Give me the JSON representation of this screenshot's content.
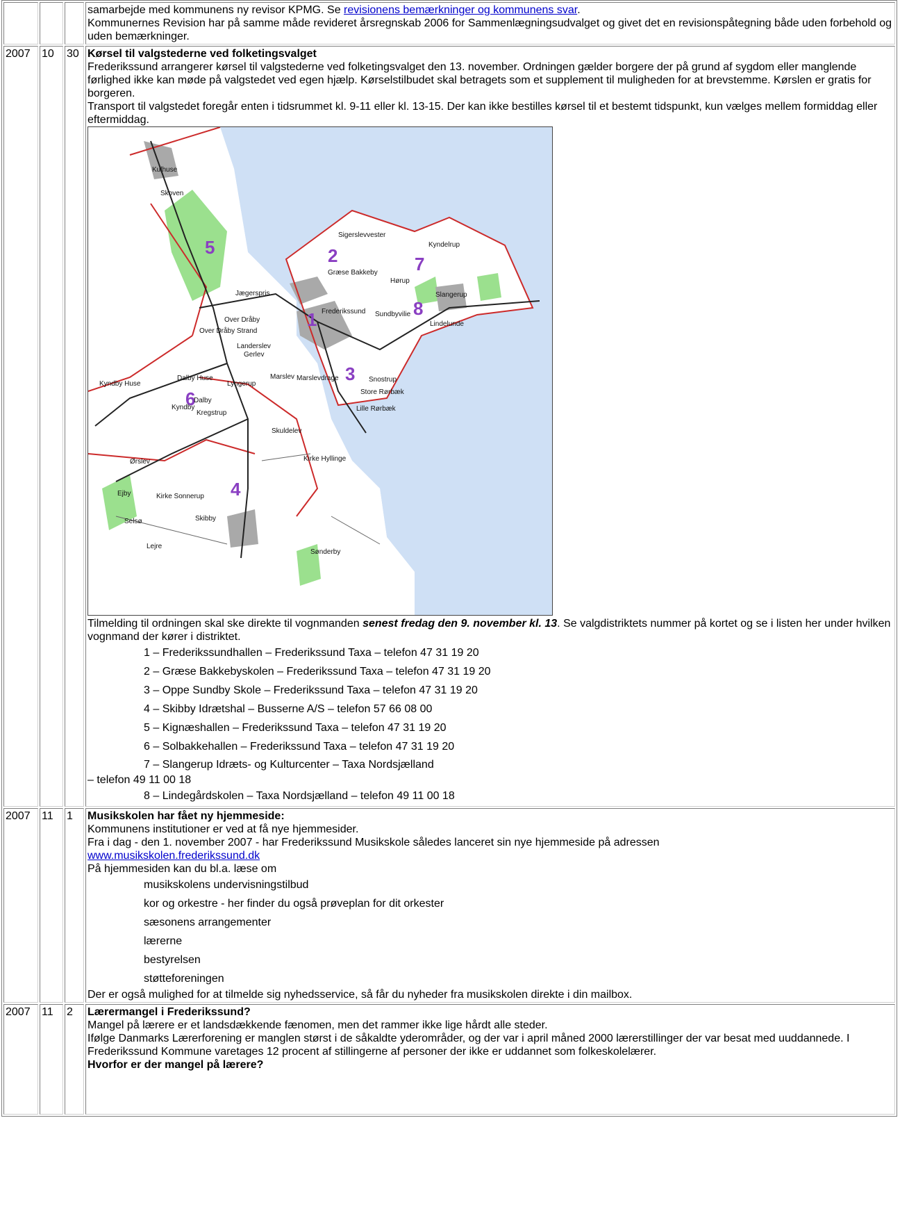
{
  "rows": [
    {
      "year": "",
      "month": "",
      "day": "",
      "lines": [
        {
          "pre": "samarbejde med kommunens ny revisor KPMG. Se ",
          "link": "revisionens bemærkninger og kommunens svar",
          "post": "."
        },
        {
          "text": "Kommunernes Revision har på samme måde revideret årsregnskab 2006 for Sammenlægningsudvalget og givet det en revisionspåtegning både uden forbehold og uden bemærkninger."
        }
      ]
    },
    {
      "year": "2007",
      "month": "10",
      "day": "30",
      "title": "Kørsel til valgstederne ved folketingsvalget",
      "paragraphs": [
        "Frederikssund arrangerer kørsel til valgstederne ved folketingsvalget den 13. november. Ordningen gælder borgere der på grund af sygdom eller manglende førlighed ikke kan møde på valgstedet ved egen hjælp. Kørselstilbudet skal betragets som et supplement til muligheden for at brevstemme. Kørslen er gratis for borgeren.",
        "Transport til valgstedet foregår enten i tidsrummet kl. 9-11 eller kl. 13-15. Der kan ikke bestilles kørsel til et bestemt tidspunkt, kun vælges mellem formiddag eller eftermiddag."
      ],
      "map": {
        "districts": [
          "1",
          "2",
          "3",
          "4",
          "5",
          "6",
          "7",
          "8"
        ],
        "places": [
          "Kulhuse",
          "Skoven",
          "Sigerslevvester",
          "Kyndelrup",
          "Græse Bakkeby",
          "Hørup",
          "Slangerup",
          "Jægerspris",
          "Frederikssund",
          "Sundbyvilie",
          "Lindelunde",
          "Over Dråby",
          "Over Dråby Strand",
          "Landerslev",
          "Gerlev",
          "Dalby Huse",
          "Kyndby Huse",
          "Lyngerup",
          "Marslev",
          "Marslevdrage",
          "Snostrup",
          "Store Rørbæk",
          "Lille Rørbæk",
          "Kyndby",
          "Dalby",
          "Kregstrup",
          "Skuldelev",
          "Ørslev",
          "Kirke Hyllinge",
          "Ejby",
          "Skibby",
          "Selsø",
          "Kirke Sonnerup",
          "Lejre",
          "Sønderby"
        ]
      },
      "signup_pre": "Tilmelding til ordningen skal ske direkte til vognmanden ",
      "signup_emph": "senest fredag den 9. november kl. 13",
      "signup_post": ". Se valgdistriktets nummer på kortet og se i listen her under hvilken vognmand der kører i distriktet.",
      "list": [
        "1 – Frederikssundhallen – Frederikssund Taxa – telefon 47 31 19 20",
        "2 – Græse Bakkebyskolen – Frederikssund Taxa – telefon 47 31 19 20",
        "3 – Oppe Sundby Skole – Frederikssund Taxa – telefon 47 31 19 20",
        "4 – Skibby Idrætshal – Busserne A/S – telefon 57 66 08 00",
        "5 – Kignæshallen – Frederikssund Taxa – telefon 47 31 19 20",
        "6 – Solbakkehallen – Frederikssund Taxa – telefon 47 31 19 20",
        "7 – Slangerup Idræts- og Kulturcenter – Taxa Nordsjælland"
      ],
      "list_wrap": "– telefon 49 11 00 18",
      "list_last": "8 – Lindegårdskolen – Taxa Nordsjælland – telefon 49 11 00 18"
    },
    {
      "year": "2007",
      "month": "11",
      "day": "1",
      "title": "Musikskolen har fået ny hjemmeside:",
      "p1": "Kommunens institutioner er ved at få nye hjemmesider.",
      "p2": "Fra i dag - den 1. november 2007 - har Frederikssund Musikskole således lanceret sin nye hjemmeside på adressen",
      "link": "www.musikskolen.frederikssund.dk",
      "p3": "På hjemmesiden kan du bl.a. læse om",
      "items": [
        "musikskolens undervisningstilbud",
        "kor og orkestre - her finder du også prøveplan for dit orkester",
        "sæsonens arrangementer",
        "lærerne",
        "bestyrelsen",
        "støtteforeningen"
      ],
      "p4": "Der er også mulighed for at tilmelde sig nyhedsservice, så får du nyheder fra musikskolen direkte i din mailbox."
    },
    {
      "year": "2007",
      "month": "11",
      "day": "2",
      "title": "Lærermangel i Frederikssund?",
      "p1": "Mangel på lærere er et landsdækkende fænomen, men det rammer ikke lige hårdt alle steder.",
      "p2": "Ifølge Danmarks Lærerforening er manglen størst i de såkaldte yderområder, og der var i april måned 2000 lærerstillinger der var besat med uuddannede. I Frederikssund Kommune varetages 12 procent af stillingerne af personer der ikke er uddannet som folkeskolelærer.",
      "sub": "Hvorfor er der mangel på lærere?"
    }
  ],
  "colors": {
    "link": "#0000cc",
    "district_label": "#8a3fc2",
    "border": "#cc2a2a",
    "urban": "#a9a9a9",
    "green": "#9be08e",
    "water": "#cfe0f5"
  }
}
